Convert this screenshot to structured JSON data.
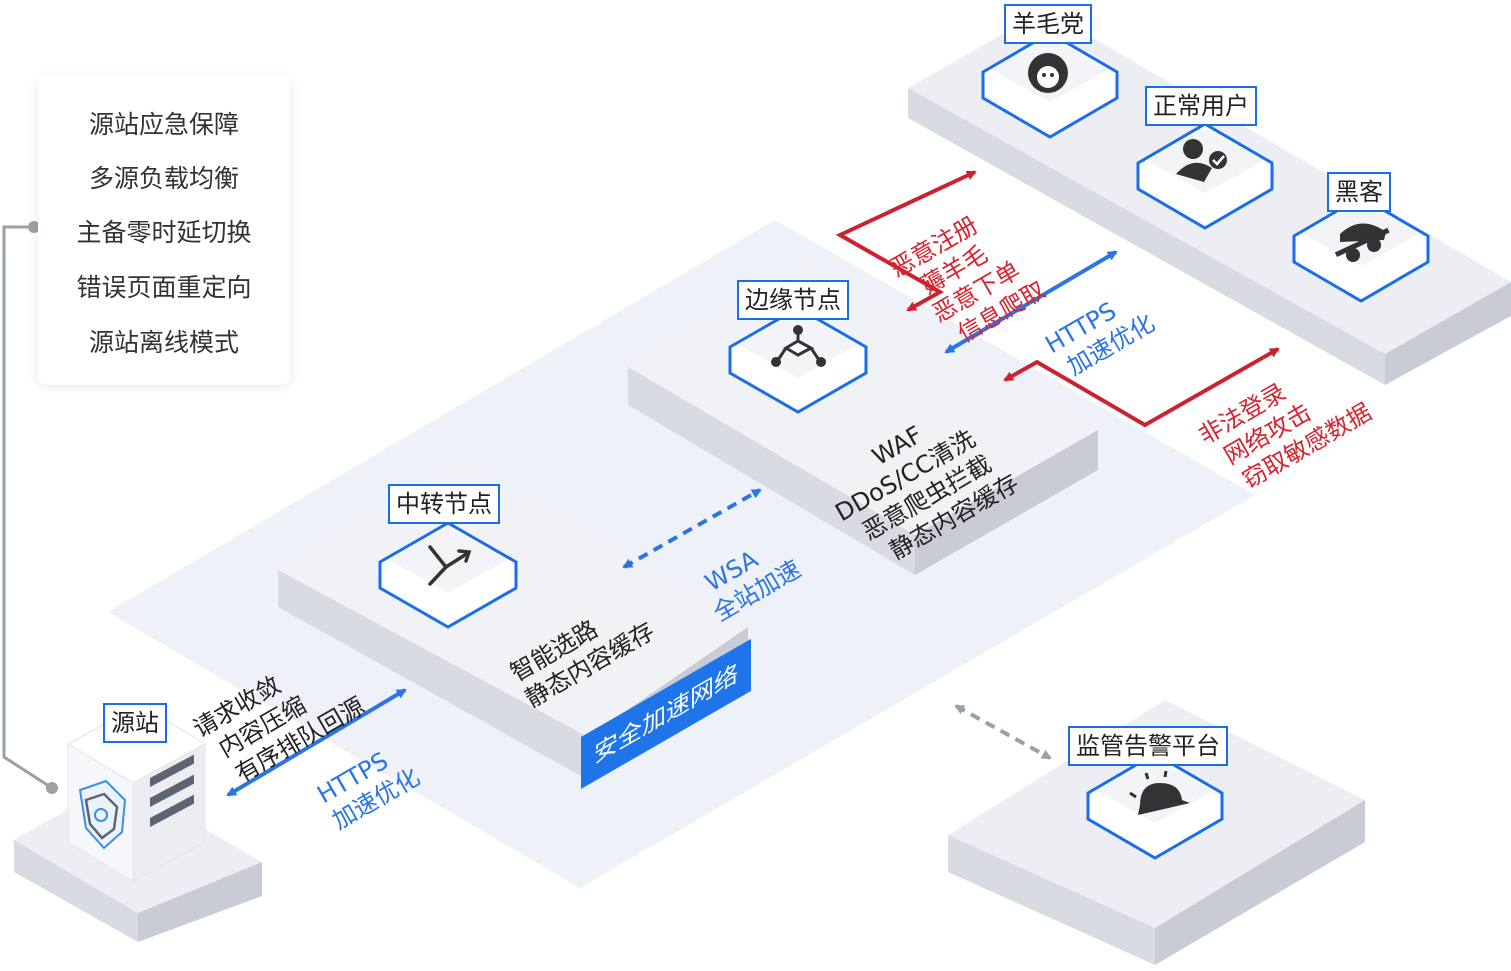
{
  "features": [
    "源站应急保障",
    "多源负载均衡",
    "主备零时延切换",
    "错误页面重定向",
    "源站离线模式"
  ],
  "nodes": {
    "origin": "源站",
    "relay": "中转节点",
    "edge": "边缘节点",
    "wool": "羊毛党",
    "normal": "正常用户",
    "hacker": "黑客",
    "monitor": "监管告警平台"
  },
  "network_label": "安全加速网络",
  "texts": {
    "origin_funcs": [
      "请求收敛",
      "内容压缩",
      "有序排队回源"
    ],
    "relay_funcs": [
      "智能选路",
      "静态内容缓存"
    ],
    "edge_funcs": [
      "WAF",
      "DDoS/CC清洗",
      "恶意爬虫拦截",
      "静态内容缓存"
    ],
    "https_origin": [
      "HTTPS",
      "加速优化"
    ],
    "wsa": [
      "WSA",
      "全站加速"
    ],
    "https_edge": [
      "HTTPS",
      "加速优化"
    ],
    "threats_wool": [
      "恶意注册",
      "薅羊毛",
      "恶意下单",
      "信息爬取"
    ],
    "threats_hacker": [
      "非法登录",
      "网络攻击",
      "窃取敏感数据"
    ]
  },
  "colors": {
    "accent": "#1a6ee8",
    "threat": "#d6232e",
    "badge": "#1f74ea"
  },
  "icons": {
    "origin": "shield-server-icon",
    "relay": "route-icon",
    "edge": "network-node-icon",
    "wool": "sheep-icon",
    "normal": "user-check-icon",
    "hacker": "hacker-icon",
    "monitor": "alarm-icon"
  }
}
